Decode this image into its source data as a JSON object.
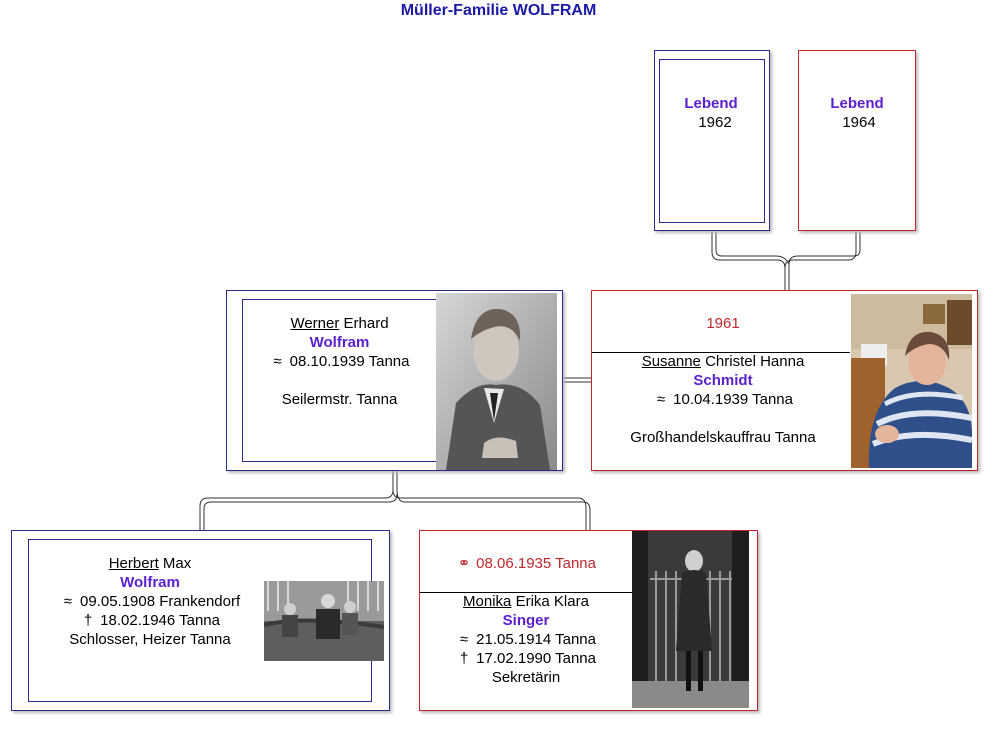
{
  "title": "Müller-Familie WOLFRAM",
  "children": [
    {
      "status": "Lebend",
      "year": "1962"
    },
    {
      "status": "Lebend",
      "year": "1964"
    }
  ],
  "father": {
    "first_name": "Werner",
    "middle_names": "Erhard",
    "surname": "Wolfram",
    "birth_symbol": "≈",
    "birth": "08.10.1939 Tanna",
    "occupation": "Seilermstr. Tanna"
  },
  "mother": {
    "marriage_year": "1961",
    "first_name": "Susanne",
    "middle_names": "Christel Hanna",
    "surname": "Schmidt",
    "birth_symbol": "≈",
    "birth": "10.04.1939 Tanna",
    "occupation": "Großhandelskauffrau Tanna"
  },
  "grandfather": {
    "first_name": "Herbert",
    "middle_names": "Max",
    "surname": "Wolfram",
    "birth_symbol": "≈",
    "birth": "09.05.1908 Frankendorf",
    "death_symbol": "†",
    "death": "18.02.1946 Tanna",
    "occupation": "Schlosser, Heizer Tanna"
  },
  "grandmother": {
    "marriage_symbol": "⚭",
    "marriage": "08.06.1935 Tanna",
    "first_name": "Monika",
    "middle_names": "Erika Klara",
    "surname": "Singer",
    "birth_symbol": "≈",
    "birth": "21.05.1914 Tanna",
    "death_symbol": "†",
    "death": "17.02.1990 Tanna",
    "occupation": "Sekretärin"
  },
  "colors": {
    "male_border": "#2b2b8f",
    "female_border": "#c0282d",
    "surname": "#5b1fd0",
    "title": "#1a1aa6"
  }
}
